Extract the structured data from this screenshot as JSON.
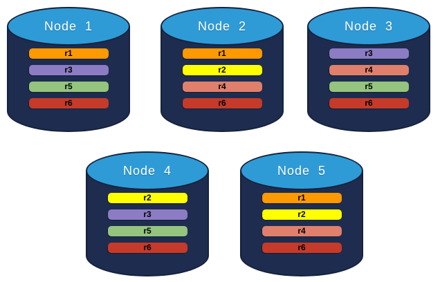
{
  "diagram": {
    "title": "database nodes with replica placement",
    "background": "#ffffff"
  },
  "colors": {
    "cylinder_body": "#1e2c4f",
    "cylinder_border": "#15223c",
    "cylinder_top": "#2e9bd6",
    "title_text": "#ffffff",
    "bar_text": "#000000",
    "replica_colors": {
      "r1": "#ff9900",
      "r2": "#ffff00",
      "r3": "#8b7cc4",
      "r4": "#e0806c",
      "r5": "#94c47e",
      "r6": "#c53a28"
    }
  },
  "nodes": [
    {
      "label": "Node  1",
      "replicas": [
        "r1",
        "r3",
        "r5",
        "r6"
      ]
    },
    {
      "label": "Node  2",
      "replicas": [
        "r1",
        "r2",
        "r4",
        "r6"
      ]
    },
    {
      "label": "Node  3",
      "replicas": [
        "r3",
        "r4",
        "r5",
        "r6"
      ]
    },
    {
      "label": "Node  4",
      "replicas": [
        "r2",
        "r3",
        "r5",
        "r6"
      ]
    },
    {
      "label": "Node  5",
      "replicas": [
        "r1",
        "r2",
        "r4",
        "r6"
      ]
    }
  ]
}
